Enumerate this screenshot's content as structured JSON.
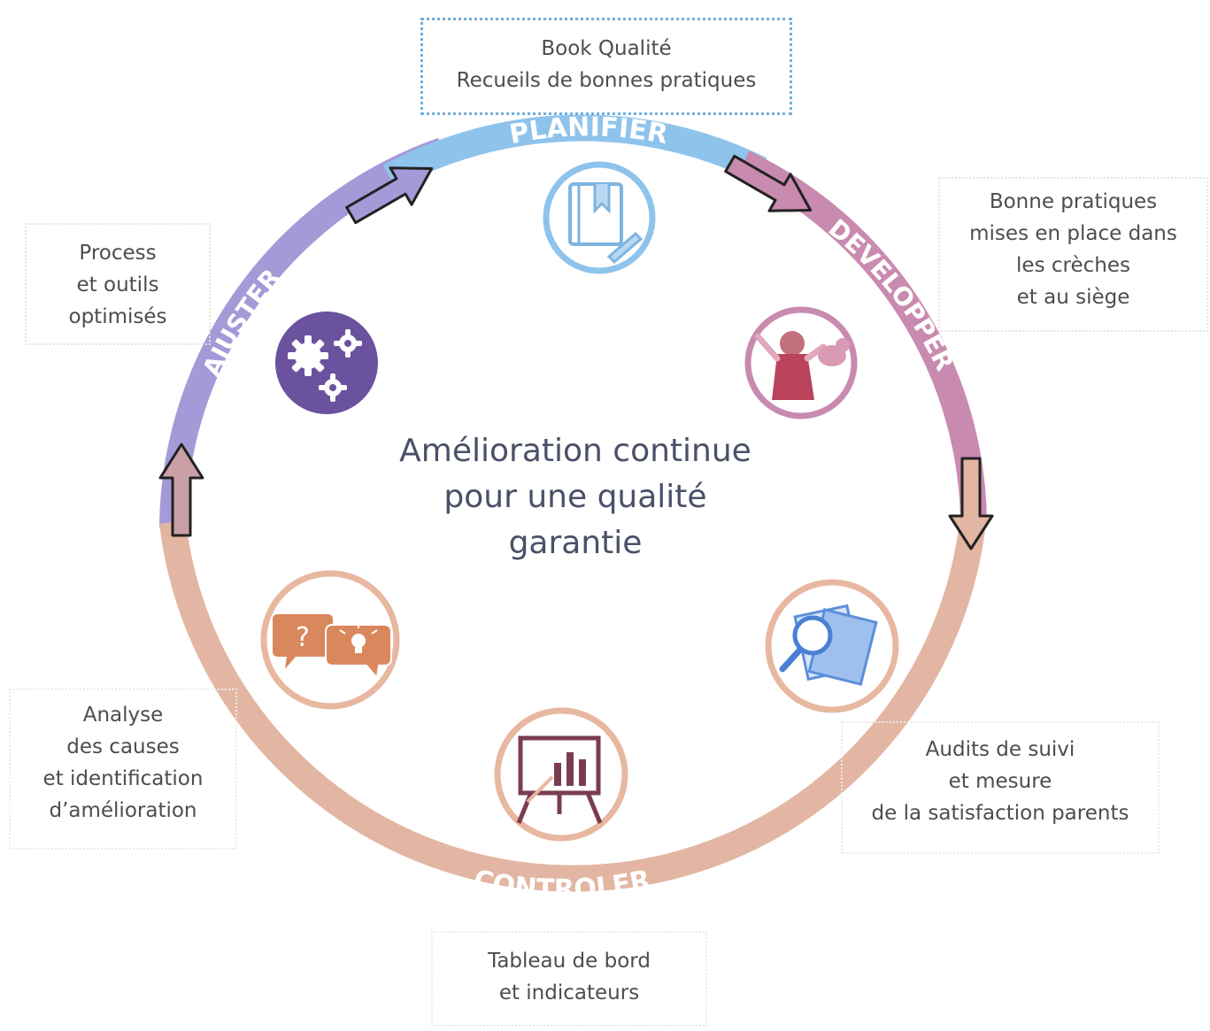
{
  "center_title": {
    "line1": "Amélioration continue",
    "line2": "pour une qualité",
    "line3": "garantie"
  },
  "phases": {
    "planifier": "PLANIFIER",
    "developper": "DEVELOPPER",
    "controler": "CONTROLER",
    "ajuster": "AJUSTER"
  },
  "notes": {
    "planifier": [
      "Book Qualité",
      "Recueils de bonnes pratiques"
    ],
    "developper": [
      "Bonne pratiques",
      "mises en place dans",
      "les crèches",
      "et au siège"
    ],
    "ajuster": [
      "Process",
      "et outils",
      "optimisés"
    ],
    "analyse": [
      "Analyse",
      "des causes",
      "et identification",
      "d’amélioration"
    ],
    "audits": [
      "Audits de suivi",
      "et mesure",
      "de la satisfaction parents"
    ],
    "controler": [
      "Tableau de bord",
      "et indicateurs"
    ]
  },
  "icons": {
    "planifier": "book-pen-icon",
    "developper": "child-bird-icon",
    "audits": "documents-magnifier-icon",
    "controler": "chart-easel-icon",
    "analyse": "question-idea-bubbles-icon",
    "ajuster": "gears-icon"
  },
  "colors": {
    "planifier": "#8ec3ec",
    "developper": "#c98ab0",
    "controler": "#e2b6a2",
    "ajuster": "#a59ad8",
    "title": "#4a5068"
  }
}
